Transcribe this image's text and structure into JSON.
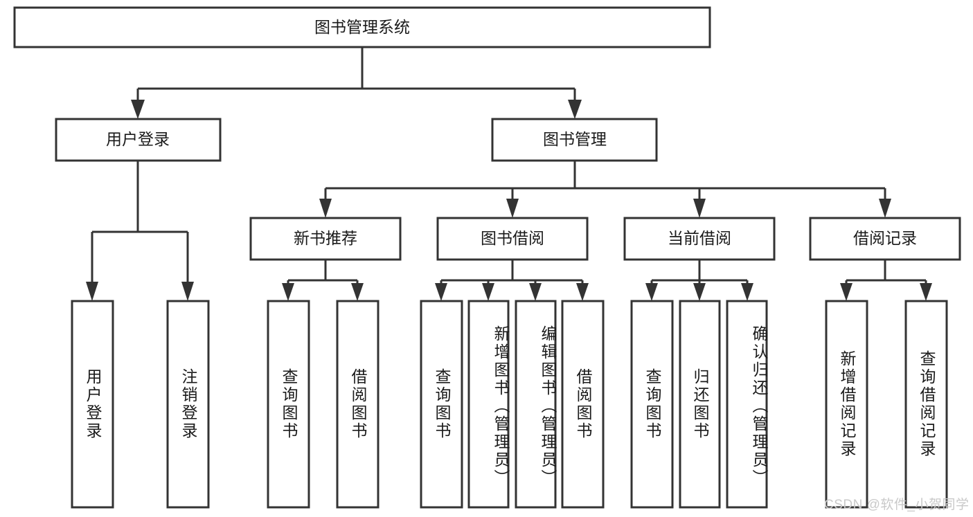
{
  "diagram": {
    "type": "tree",
    "title": "图书管理系统",
    "root": {
      "label": "图书管理系统",
      "children": [
        {
          "label": "用户登录",
          "children": [
            {
              "label": "用户登录"
            },
            {
              "label": "注销登录"
            }
          ]
        },
        {
          "label": "图书管理",
          "children": [
            {
              "label": "新书推荐",
              "children": [
                {
                  "label": "查询图书"
                },
                {
                  "label": "借阅图书"
                }
              ]
            },
            {
              "label": "图书借阅",
              "children": [
                {
                  "label": "查询图书"
                },
                {
                  "label": "新增图书（管理员）"
                },
                {
                  "label": "编辑图书（管理员）"
                },
                {
                  "label": "借阅图书"
                }
              ]
            },
            {
              "label": "当前借阅",
              "children": [
                {
                  "label": "查询图书"
                },
                {
                  "label": "归还图书"
                },
                {
                  "label": "确认归还（管理员）"
                }
              ]
            },
            {
              "label": "借阅记录",
              "children": [
                {
                  "label": "新增借阅记录"
                },
                {
                  "label": "查询借阅记录"
                }
              ]
            }
          ]
        }
      ]
    },
    "nodes": {
      "root": "图书管理系统",
      "l1_user_login": "用户登录",
      "l1_book_mgmt": "图书管理",
      "l2_new_book_rec": "新书推荐",
      "l2_book_borrow": "图书借阅",
      "l2_current_borrow": "当前借阅",
      "l2_borrow_record": "借阅记录",
      "leaf_user_login": "用户登录",
      "leaf_logout": "注销登录",
      "leaf_rec_query_book": "查询图书",
      "leaf_rec_borrow_book": "借阅图书",
      "leaf_bb_query_book": "查询图书",
      "leaf_bb_add_book": "新增图书（管理员）",
      "leaf_bb_edit_book": "编辑图书（管理员）",
      "leaf_bb_borrow_book": "借阅图书",
      "leaf_cb_query_book": "查询图书",
      "leaf_cb_return_book": "归还图书",
      "leaf_cb_confirm_return": "确认归还（管理员）",
      "leaf_br_add_record": "新增借阅记录",
      "leaf_br_query_record": "查询借阅记录"
    },
    "colors": {
      "box_fill": "#ffffff",
      "box_stroke": "#333333",
      "connector": "#333333",
      "text": "#1a1a1a",
      "background": "#ffffff",
      "watermark": "#c9c9c9"
    }
  },
  "watermark": {
    "text": "CSDN @软件_小贺同学"
  }
}
